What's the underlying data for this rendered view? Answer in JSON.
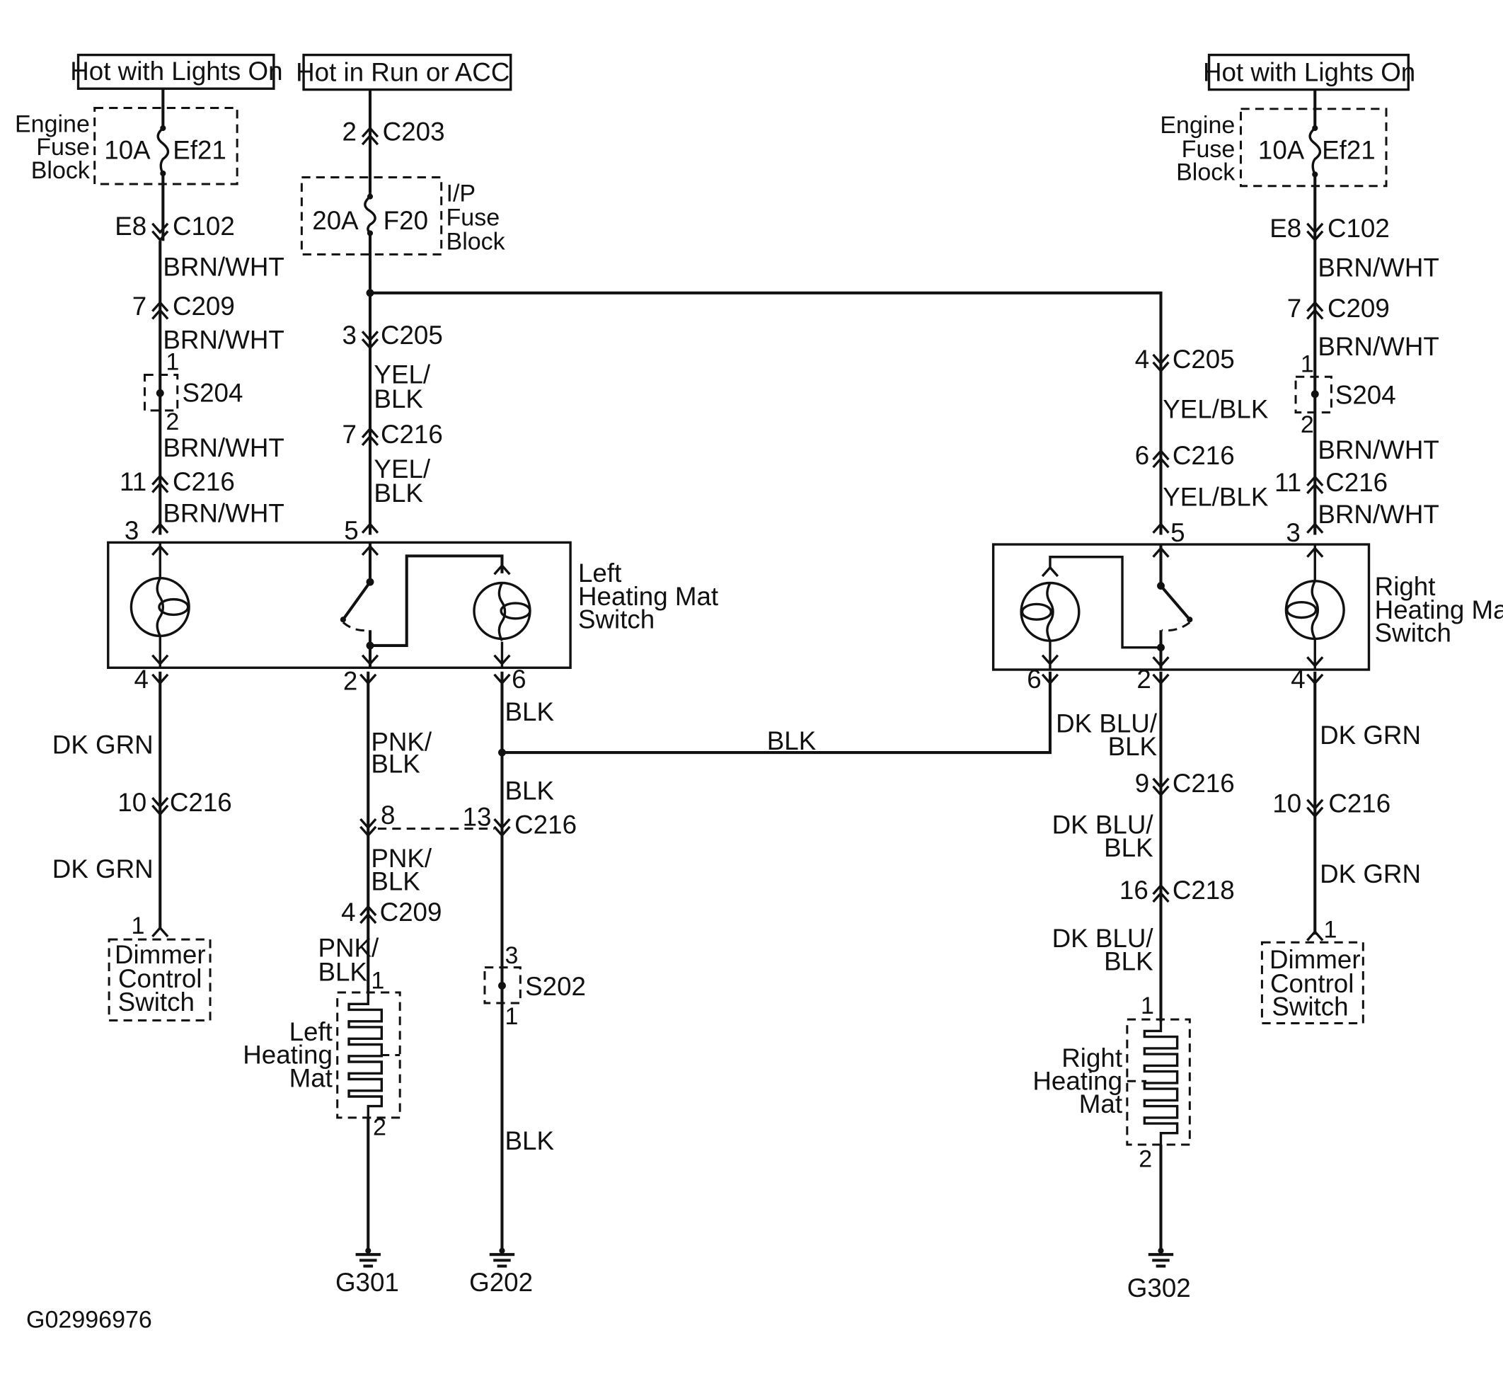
{
  "sources": {
    "left_lights": "Hot with Lights On",
    "run_acc": "Hot in Run or ACC",
    "right_lights": "Hot with Lights On"
  },
  "fuses": {
    "left": {
      "block": [
        "Engine",
        "Fuse",
        "Block"
      ],
      "rating": "10A",
      "name": "Ef21"
    },
    "ip": {
      "block": [
        "I/P",
        "Fuse",
        "Block"
      ],
      "rating": "20A",
      "name": "F20"
    },
    "right": {
      "block": [
        "Engine",
        "Fuse",
        "Block"
      ],
      "rating": "10A",
      "name": "Ef21"
    }
  },
  "connectors": {
    "l_c102": {
      "pin": "E8",
      "name": "C102"
    },
    "l_c209": {
      "pin": "7",
      "name": "C209"
    },
    "l_c216a": {
      "pin": "11",
      "name": "C216"
    },
    "l_c216b": {
      "pin": "10",
      "name": "C216"
    },
    "c_c203": {
      "pin": "2",
      "name": "C203"
    },
    "c_c205": {
      "pin": "3",
      "name": "C205"
    },
    "c_c216": {
      "pin": "7",
      "name": "C216"
    },
    "c_c216_lower": {
      "pin_a": "8",
      "pin_b": "13",
      "name": "C216"
    },
    "c_c209": {
      "pin": "4",
      "name": "C209"
    },
    "r_c205": {
      "pin": "4",
      "name": "C205"
    },
    "r_c216a": {
      "pin": "6",
      "name": "C216"
    },
    "r_c216b": {
      "pin": "9",
      "name": "C216"
    },
    "r_c218": {
      "pin": "16",
      "name": "C218"
    },
    "rr_c102": {
      "pin": "E8",
      "name": "C102"
    },
    "rr_c209": {
      "pin": "7",
      "name": "C209"
    },
    "rr_c216a": {
      "pin": "11",
      "name": "C216"
    },
    "rr_c216b": {
      "pin": "10",
      "name": "C216"
    }
  },
  "splices": {
    "l_s204": {
      "name": "S204",
      "pin_top": "1",
      "pin_bottom": "2"
    },
    "s202": {
      "name": "S202",
      "pin_top": "3",
      "pin_bottom": "1"
    },
    "r_s204": {
      "name": "S204",
      "pin_top": "1",
      "pin_bottom": "2"
    }
  },
  "wires": {
    "brn_wht": "BRN/WHT",
    "yel_blk_a": "YEL/",
    "yel_blk_b": "BLK",
    "yel_blk": "YEL/BLK",
    "dk_grn": "DK GRN",
    "pnk_blk_a": "PNK/",
    "pnk_blk_b": "BLK",
    "blk": "BLK",
    "dk_blu_blk_a": "DK BLU/",
    "dk_blu_blk_b": "BLK"
  },
  "switches": {
    "left": {
      "label": [
        "Left",
        "Heating Mat",
        "Switch"
      ],
      "pins": {
        "p3": "3",
        "p5": "5",
        "p4": "4",
        "p2": "2",
        "p6": "6"
      }
    },
    "right": {
      "label": [
        "Right",
        "Heating Mat",
        "Switch"
      ],
      "pins": {
        "p5": "5",
        "p3": "3",
        "p6": "6",
        "p2": "2",
        "p4": "4"
      }
    }
  },
  "dimmers": {
    "left": {
      "pin": "1",
      "label": [
        "Dimmer",
        "Control",
        "Switch"
      ]
    },
    "right": {
      "pin": "1",
      "label": [
        "Dimmer",
        "Control",
        "Switch"
      ]
    }
  },
  "mats": {
    "left": {
      "label": [
        "Left",
        "Heating",
        "Mat"
      ],
      "pin_top": "1",
      "pin_bottom": "2"
    },
    "right": {
      "label": [
        "Right",
        "Heating",
        "Mat"
      ],
      "pin_top": "1",
      "pin_bottom": "2"
    }
  },
  "grounds": {
    "g301": "G301",
    "g202": "G202",
    "g302": "G302"
  },
  "figure_id": "G02996976"
}
